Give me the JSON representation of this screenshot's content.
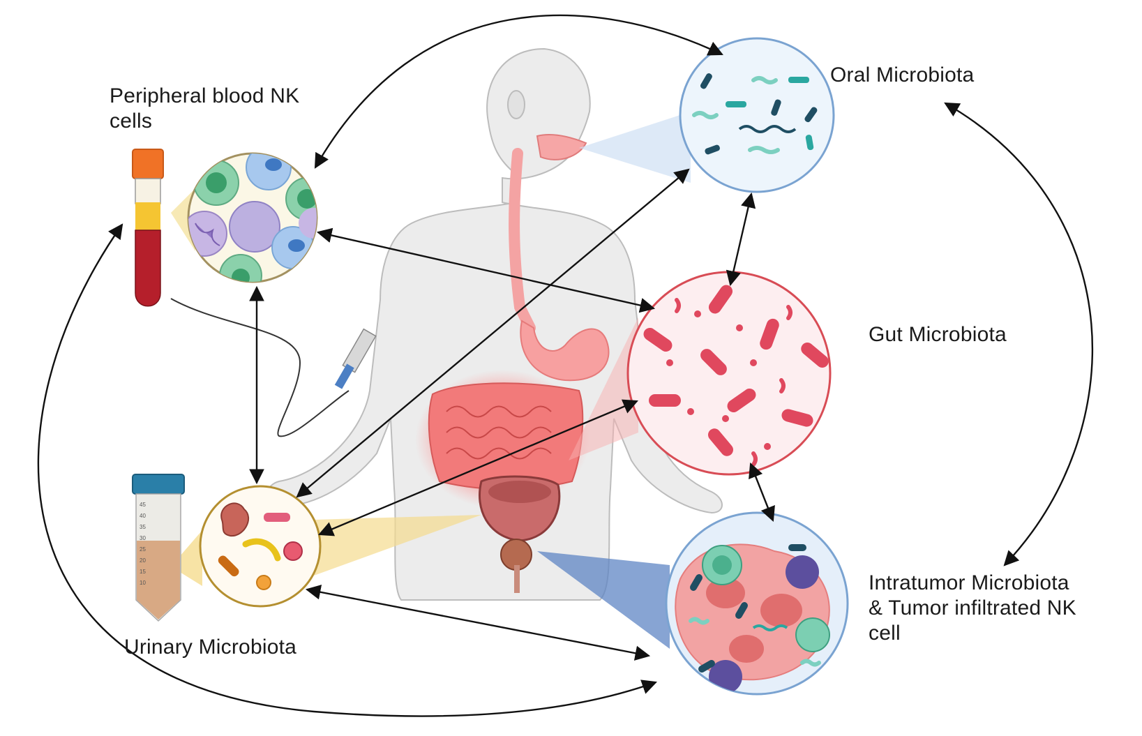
{
  "labels": {
    "peripheral_blood_line1": "Peripheral blood NK",
    "peripheral_blood_line2": "cells",
    "oral": "Oral Microbiota",
    "gut": "Gut Microbiota",
    "intratumor_line1": "Intratumor Microbiota",
    "intratumor_line2": "& Tumor infiltrated NK",
    "intratumor_line3": "cell",
    "urinary": "Urinary Microbiota"
  },
  "tube_scale": [
    "45",
    "40",
    "35",
    "30",
    "25",
    "20",
    "15",
    "10"
  ],
  "colors": {
    "body": "#ececec",
    "body_outline": "#b8b8b8",
    "gut": "#e85a5a",
    "oral_circle": "#eaf3fb",
    "gut_circle": "#fde9ec",
    "tumor_circle": "#e3eefa",
    "blood_circle": "#fbf6e4",
    "urine_circle": "#fffaf0",
    "arrow": "#111111"
  }
}
